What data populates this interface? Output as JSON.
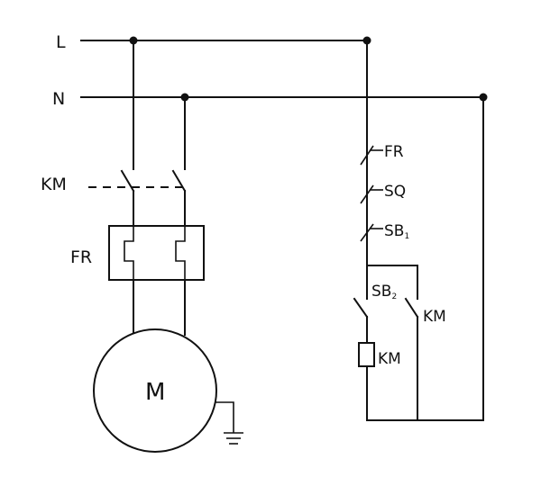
{
  "labels": {
    "line_l": "L",
    "line_n": "N",
    "contactor_main": "KM",
    "overload_main": "FR",
    "motor": "M",
    "fr_contact": "FR",
    "sq_switch": "SQ",
    "sb1_base": "SB",
    "sb1_sub": "1",
    "sb2_base": "SB",
    "sb2_sub": "2",
    "km_holding": "KM",
    "km_coil": "KM"
  },
  "colors": {
    "line": "#111111",
    "background": "#ffffff"
  }
}
